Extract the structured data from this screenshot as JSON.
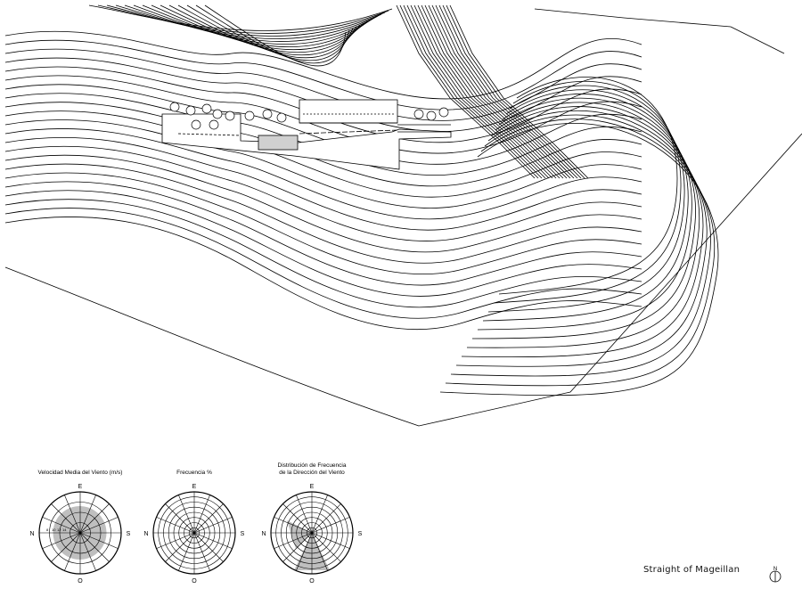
{
  "caption": "Straight of Mageillan",
  "north_label": "N",
  "roses": [
    {
      "title_lines": [
        "Velocidad Media del Viento (m/s)"
      ],
      "directions": {
        "top": "E",
        "right": "S",
        "bottom": "O",
        "left": "N"
      },
      "ring_labels": [
        "8",
        "10",
        "12",
        "14"
      ]
    },
    {
      "title_lines": [
        "Frecuencia %"
      ],
      "directions": {
        "top": "E",
        "right": "S",
        "bottom": "O",
        "left": "N"
      },
      "ring_labels": []
    },
    {
      "title_lines": [
        "Distribución de Frecuencia",
        "de la Dirección del Viento"
      ],
      "directions": {
        "top": "E",
        "right": "S",
        "bottom": "O",
        "left": "N"
      },
      "ring_labels": []
    }
  ],
  "colors": {
    "line": "#000000",
    "shade": "#bfbfbf",
    "background": "#ffffff"
  }
}
